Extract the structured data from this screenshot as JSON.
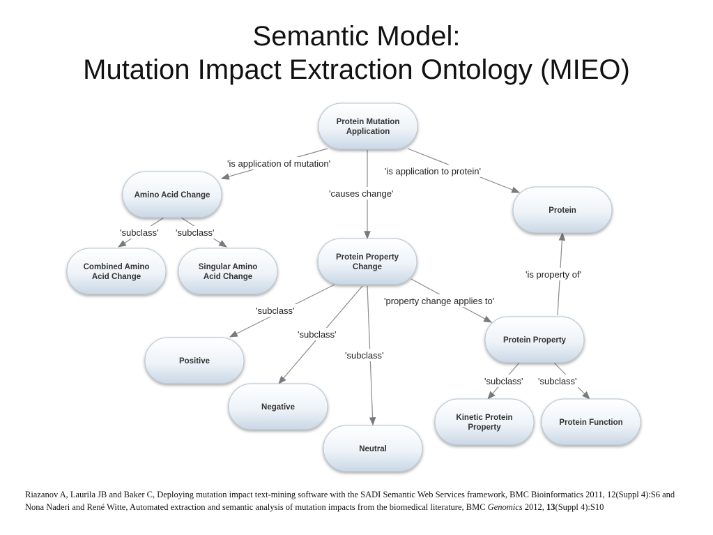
{
  "title": {
    "line1": "Semantic Model:",
    "line2": "Mutation Impact Extraction Ontology (MIEO)"
  },
  "nodes": {
    "pma": [
      "Protein Mutation",
      "Application"
    ],
    "aac": [
      "Amino Acid Change"
    ],
    "protein": [
      "Protein"
    ],
    "cac": [
      "Combined Amino",
      "Acid Change"
    ],
    "sac": [
      "Singular Amino",
      "Acid Change"
    ],
    "ppc": [
      "Protein Property",
      "Change"
    ],
    "positive": [
      "Positive"
    ],
    "negative": [
      "Negative"
    ],
    "neutral": [
      "Neutral"
    ],
    "pp": [
      "Protein Property"
    ],
    "kpp": [
      "Kinetic Protein",
      "Property"
    ],
    "pf": [
      "Protein Function"
    ]
  },
  "edges": {
    "is_application_of_mutation": "'is application of mutation'",
    "is_application_to_protein": "'is application to protein'",
    "causes_change": "'causes change'",
    "subclass": "'subclass'",
    "is_property_of": "'is property of'",
    "property_change_applies_to": "'property change applies to'"
  },
  "citation": {
    "part1": "Riazanov A, Laurila JB and Baker C, Deploying mutation impact text-mining software with the SADI Semantic Web Services framework, BMC Bioinformatics 2011, 12(Suppl 4):S6 and  Nona Naderi and René Witte, Automated extraction and semantic analysis of mutation impacts from the biomedical literature, BMC ",
    "journal": "Genomics",
    "year": " 2012, ",
    "volume": "13",
    "suppl": "(Suppl 4):S10"
  }
}
